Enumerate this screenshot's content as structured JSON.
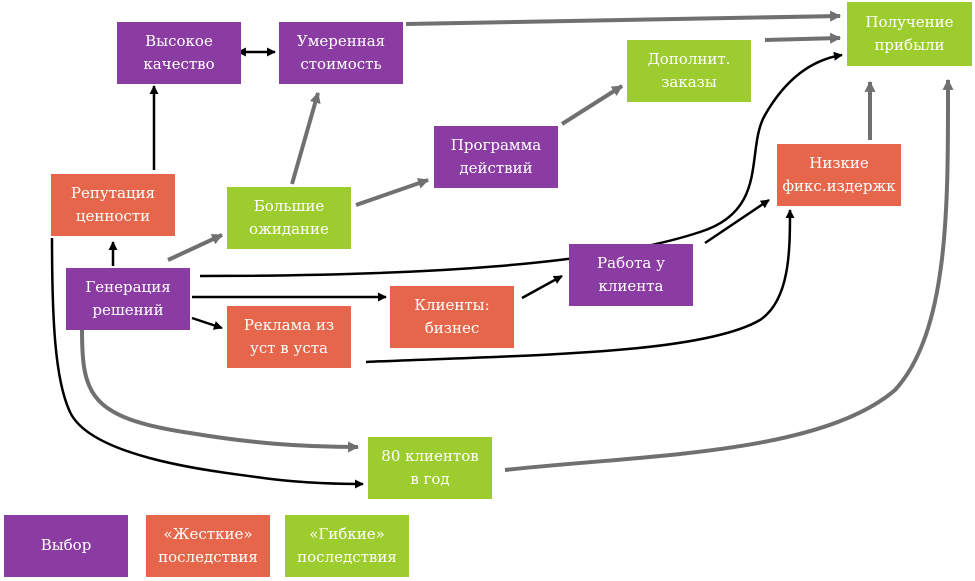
{
  "legend": {
    "choice": "Выбор",
    "hard": "«Жесткие»\nпоследствия",
    "soft": "«Гибкие»\nпоследствия"
  },
  "nodes": {
    "quality": "Высокое\nкачество",
    "moderate_cost": "Умеренная\nстоимость",
    "profit": "Получение\nприбыли",
    "extra_orders": "Дополнит.\nзаказы",
    "program": "Программа\nдействий",
    "low_fixed": "Низкие\nфикс.издержк",
    "reputation": "Репутация\nценности",
    "expectations": "Большие\nожидание",
    "client_work": "Работа у\nклиента",
    "generation": "Генерация\nрешений",
    "clients": "Клиенты:\nбизнес",
    "word_of_mouth": "Реклама из\nуст в уста",
    "eighty": "80 клиентов\nв год"
  },
  "colors": {
    "choice": "#8a3ca2",
    "hard": "#e5664a",
    "soft": "#9dcc2f",
    "arrow_black": "#000000",
    "arrow_gray": "#707070"
  }
}
